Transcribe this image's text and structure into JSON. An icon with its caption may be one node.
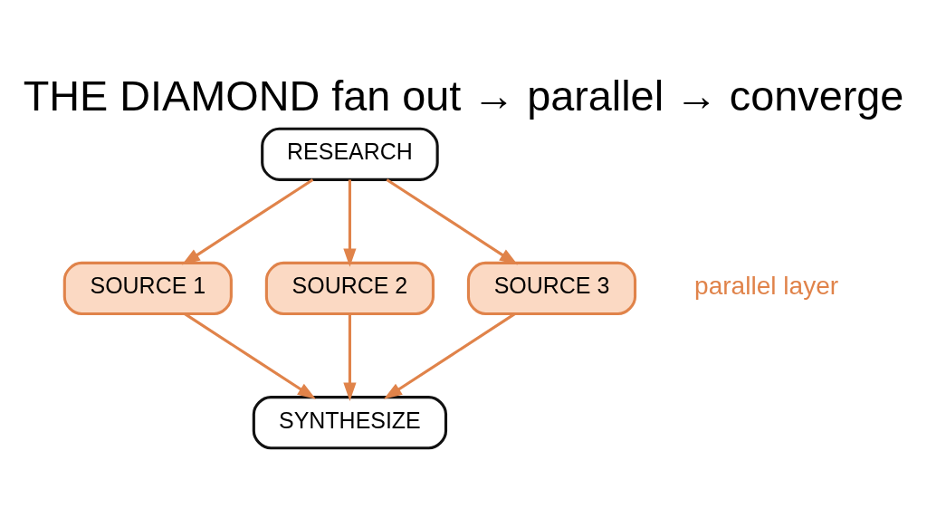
{
  "diagram": {
    "title": "THE DIAMOND fan out → parallel → converge",
    "nodes": [
      {
        "text": [
          "RESEARCH"
        ]
      },
      {
        "text": [
          "SOURCE 1"
        ]
      },
      {
        "text": [
          "SOURCE 2"
        ]
      },
      {
        "text": [
          "SOURCE 3"
        ]
      },
      {
        "text": [
          "SYNTHESIZE"
        ]
      }
    ],
    "edges": [
      {
        "from": 0,
        "to": 1,
        "arrow": "to"
      },
      {
        "from": 0,
        "to": 2,
        "arrow": "to"
      },
      {
        "from": 0,
        "to": 3,
        "arrow": "to"
      },
      {
        "from": 1,
        "to": 4,
        "arrow": "to"
      },
      {
        "from": 2,
        "to": 4,
        "arrow": "to"
      },
      {
        "from": 3,
        "to": 4,
        "arrow": "to"
      }
    ],
    "labels": [
      "parallel layer"
    ]
  }
}
